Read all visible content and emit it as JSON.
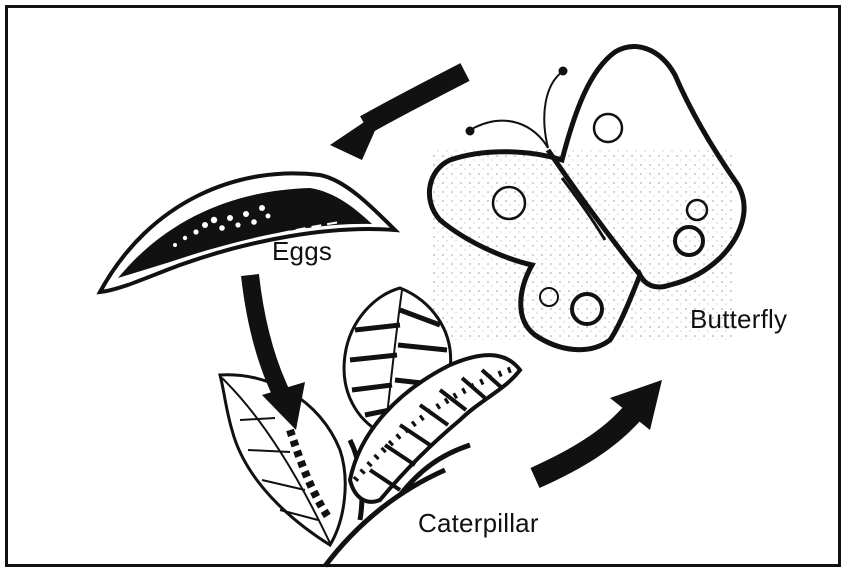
{
  "diagram": {
    "stages": {
      "eggs": "Eggs",
      "butterfly": "Butterfly",
      "caterpillar": "Caterpillar"
    }
  }
}
